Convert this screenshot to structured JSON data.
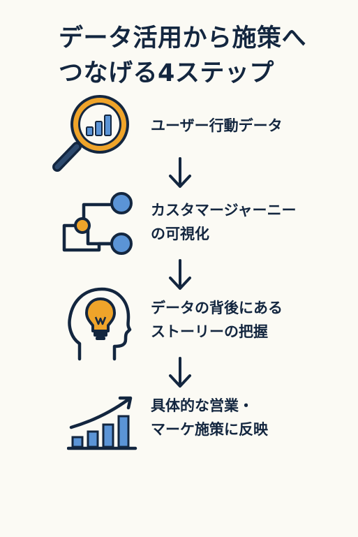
{
  "title": {
    "line1": "データ活用から施策へ",
    "line2": "つなげる4ステップ"
  },
  "steps": [
    {
      "icon": "magnifying-glass-chart-icon",
      "lines": [
        "ユーザー行動データ"
      ]
    },
    {
      "icon": "journey-flow-icon",
      "lines": [
        "カスタマージャーニー",
        "の可視化"
      ]
    },
    {
      "icon": "head-lightbulb-icon",
      "lines": [
        "データの背後にある",
        "ストーリーの把握"
      ]
    },
    {
      "icon": "growth-bar-chart-icon",
      "lines": [
        "具体的な営業・",
        "マーケ施策に反映"
      ]
    }
  ],
  "colors": {
    "background": "#fbfaf4",
    "navy": "#13263f",
    "blue": "#5b94d6",
    "orange": "#efa42a"
  }
}
